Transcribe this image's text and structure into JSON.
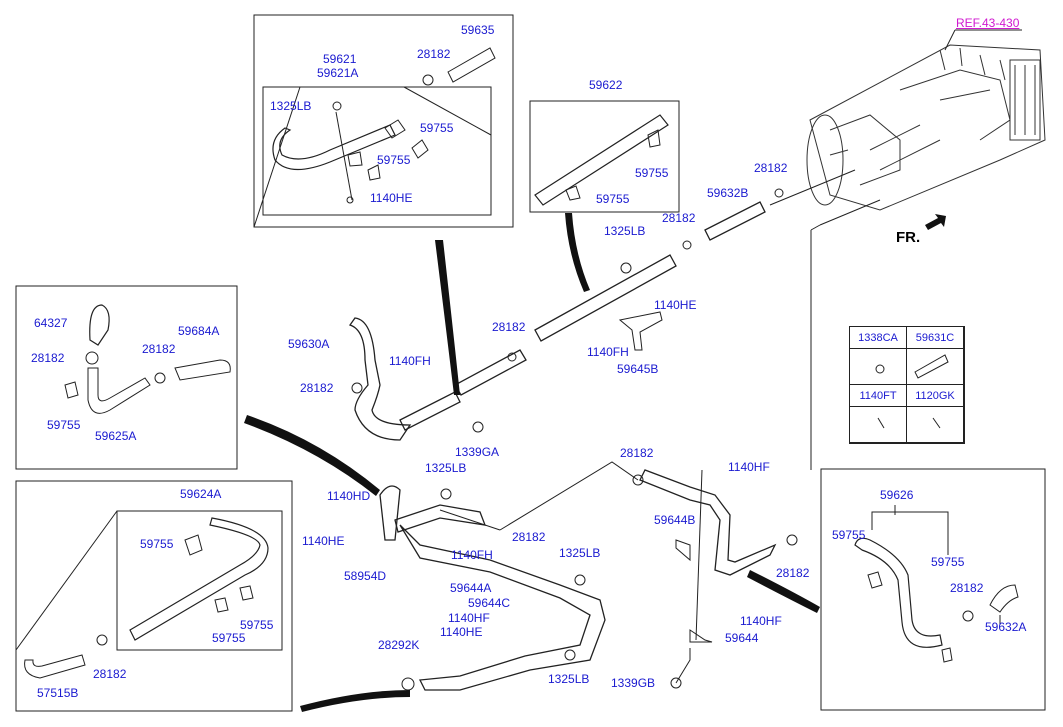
{
  "ref_label": "REF.43-430",
  "direction_label": "FR.",
  "legend": {
    "headers": [
      "1338CA",
      "59631C",
      "1140FT",
      "1120GK"
    ]
  },
  "labels": {
    "l59635": "59635",
    "l28182_a": "28182",
    "l59621": "59621",
    "l59621a": "59621A",
    "l1325lb_a": "1325LB",
    "l59755_a": "59755",
    "l59755_b": "59755",
    "l1140he_a": "1140HE",
    "l59622": "59622",
    "l59755_c": "59755",
    "l59755_d": "59755",
    "l28182_b": "28182",
    "l59632b": "59632B",
    "l28182_c": "28182",
    "l1325lb_b": "1325LB",
    "l1140he_b": "1140HE",
    "l28182_d": "28182",
    "l1140fh_a": "1140FH",
    "l59645b": "59645B",
    "l59630a": "59630A",
    "l1140fh_b": "1140FH",
    "l28182_e": "28182",
    "l1339ga": "1339GA",
    "l64327": "64327",
    "l59684a": "59684A",
    "l28182_f": "28182",
    "l28182_g": "28182",
    "l59755_e": "59755",
    "l59625a": "59625A",
    "l59624a": "59624A",
    "l59755_f": "59755",
    "l59755_g": "59755",
    "l59755_h": "59755",
    "l28182_h": "28182",
    "l57515b": "57515B",
    "l1325lb_c": "1325LB",
    "l1140hd": "1140HD",
    "l1140he_c": "1140HE",
    "l58954d": "58954D",
    "l1140fh_c": "1140FH",
    "l59644a": "59644A",
    "l28182_i": "28182",
    "l1325lb_d": "1325LB",
    "l59644c": "59644C",
    "l1140hf_a": "1140HF",
    "l1140he_d": "1140HE",
    "l28292k": "28292K",
    "l1325lb_e": "1325LB",
    "l28182_j": "28182",
    "l1140hf_b": "1140HF",
    "l59644b": "59644B",
    "l28182_k": "28182",
    "l1140hf_c": "1140HF",
    "l59644": "59644",
    "l1339gb": "1339GB",
    "l59626": "59626",
    "l59755_i": "59755",
    "l59755_j": "59755",
    "l28182_l": "28182",
    "l59632a": "59632A"
  },
  "colors": {
    "label": "#1a1ad0",
    "ref": "#d01ad0",
    "line": "#222222"
  }
}
